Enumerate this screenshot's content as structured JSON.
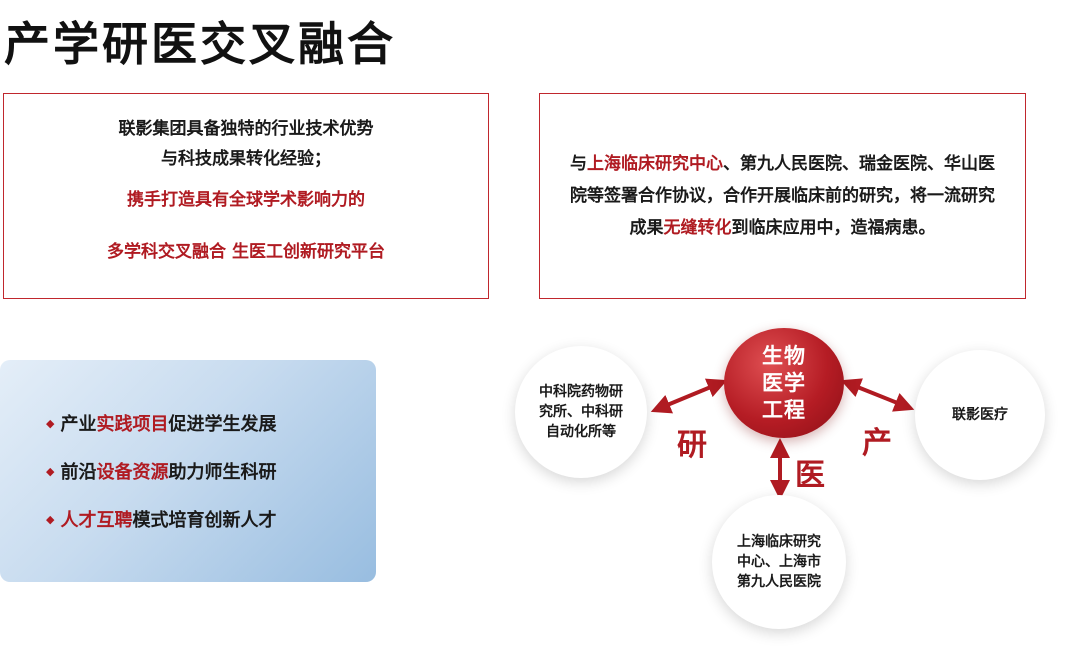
{
  "title": "产学研医交叉融合",
  "left_box": {
    "line1": "联影集团具备独特的行业技术优势",
    "line2": "与科技成果转化经验；",
    "line3": "携手打造具有全球学术影响力的",
    "line4": "多学科交叉融合 生医工创新研究平台"
  },
  "right_box": {
    "p1": "与",
    "p2": "上海临床研究中心",
    "p3": "、第九人民医院、瑞金医院、华山医院等签署合作协议，合作开展临床前的研究，将一流研究成果",
    "p4": "无缝转化",
    "p5": "到临床应用中，造福病患。"
  },
  "bullets": [
    {
      "pre": "产业",
      "hl": "实践项目",
      "post": "促进学生发展"
    },
    {
      "pre": "前沿",
      "hl": "设备资源",
      "post": "助力师生科研"
    },
    {
      "pre": "",
      "hl": "人才互聘",
      "post": "模式培育创新人才"
    }
  ],
  "diagram": {
    "center": "生物医学工程",
    "left": "中科院药物研究所、中科研自动化所等",
    "right": "联影医疗",
    "bottom": "上海临床研究中心、上海市第九人民医院",
    "label_left": "研",
    "label_right": "产",
    "label_bottom": "医"
  },
  "colors": {
    "accent": "#b01b22",
    "panel_blue": "#98bde0"
  }
}
